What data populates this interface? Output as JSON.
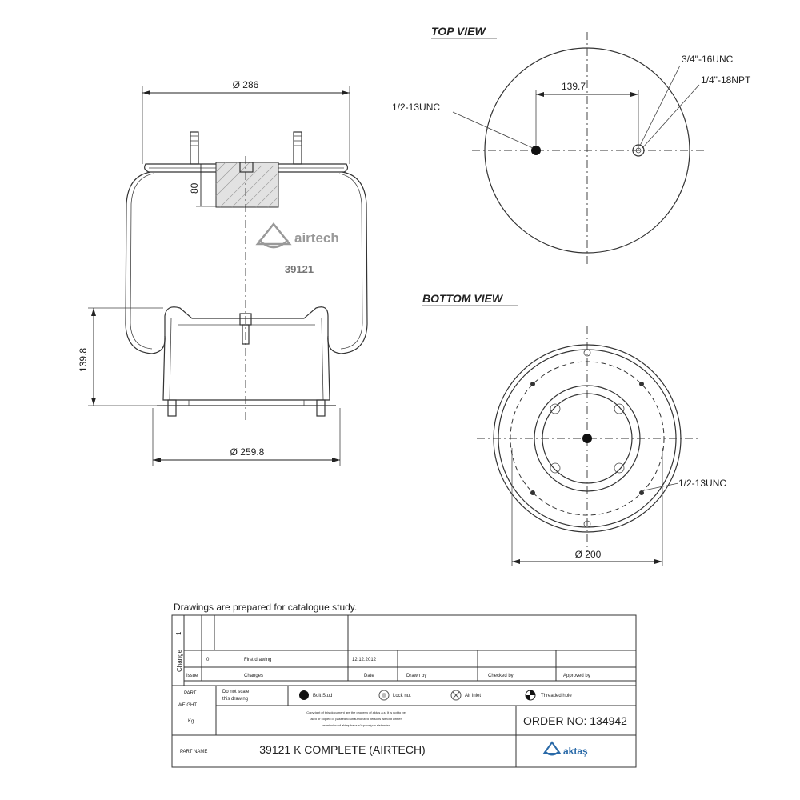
{
  "views": {
    "top_view_title": "TOP VIEW",
    "bottom_view_title": "BOTTOM VIEW"
  },
  "side_view": {
    "top_diameter": "Ø 286",
    "bottom_diameter": "Ø 259.8",
    "height": "139.8",
    "stud_height": "80",
    "brand": "airtech",
    "part_number": "39121"
  },
  "top_view": {
    "stud_spacing": "139.7",
    "stud_thread_left": "1/2-13UNC",
    "air_fitting_thread": "3/4\"-16UNC",
    "air_port_thread": "1/4\"-18NPT"
  },
  "bottom_view": {
    "bolt_thread": "1/2-13UNC",
    "piston_diameter": "Ø 200"
  },
  "title_block": {
    "caption": "Drawings are  prepared for  catalogue study.",
    "change_label": "Change",
    "arrow_label": "1",
    "rev_zero": "0",
    "first_drawing": "First drawing",
    "first_date": "12.12.2012",
    "col_issue": "Issue",
    "col_changes": "Changes",
    "col_date": "Date",
    "col_drawn": "Drawn by",
    "col_checked": "Checked by",
    "col_approved": "Approved by",
    "part_label": "PART",
    "weight_label": "WEIGHT",
    "kg_label": "...Kg",
    "do_not_scale_1": "Do not scale",
    "do_not_scale_2": "this drawing",
    "legend_bolt": "Bolt Stud",
    "legend_locknut": "Lock nut",
    "legend_airinlet": "Air inlet",
    "legend_threaded": "Threaded hole",
    "copyright_1": "Copyright of this document are the property of aktaş a.ş. It is not to be",
    "copyright_2": "used or copied or passed to unauthorized persons without written",
    "copyright_3": "permission of aktaş hava süspansiyon sistemleri",
    "order_no": "ORDER NO: 134942",
    "part_name_label": "PART NAME",
    "part_name": "39121 K COMPLETE (AIRTECH)",
    "logo_text": "aktaş"
  }
}
